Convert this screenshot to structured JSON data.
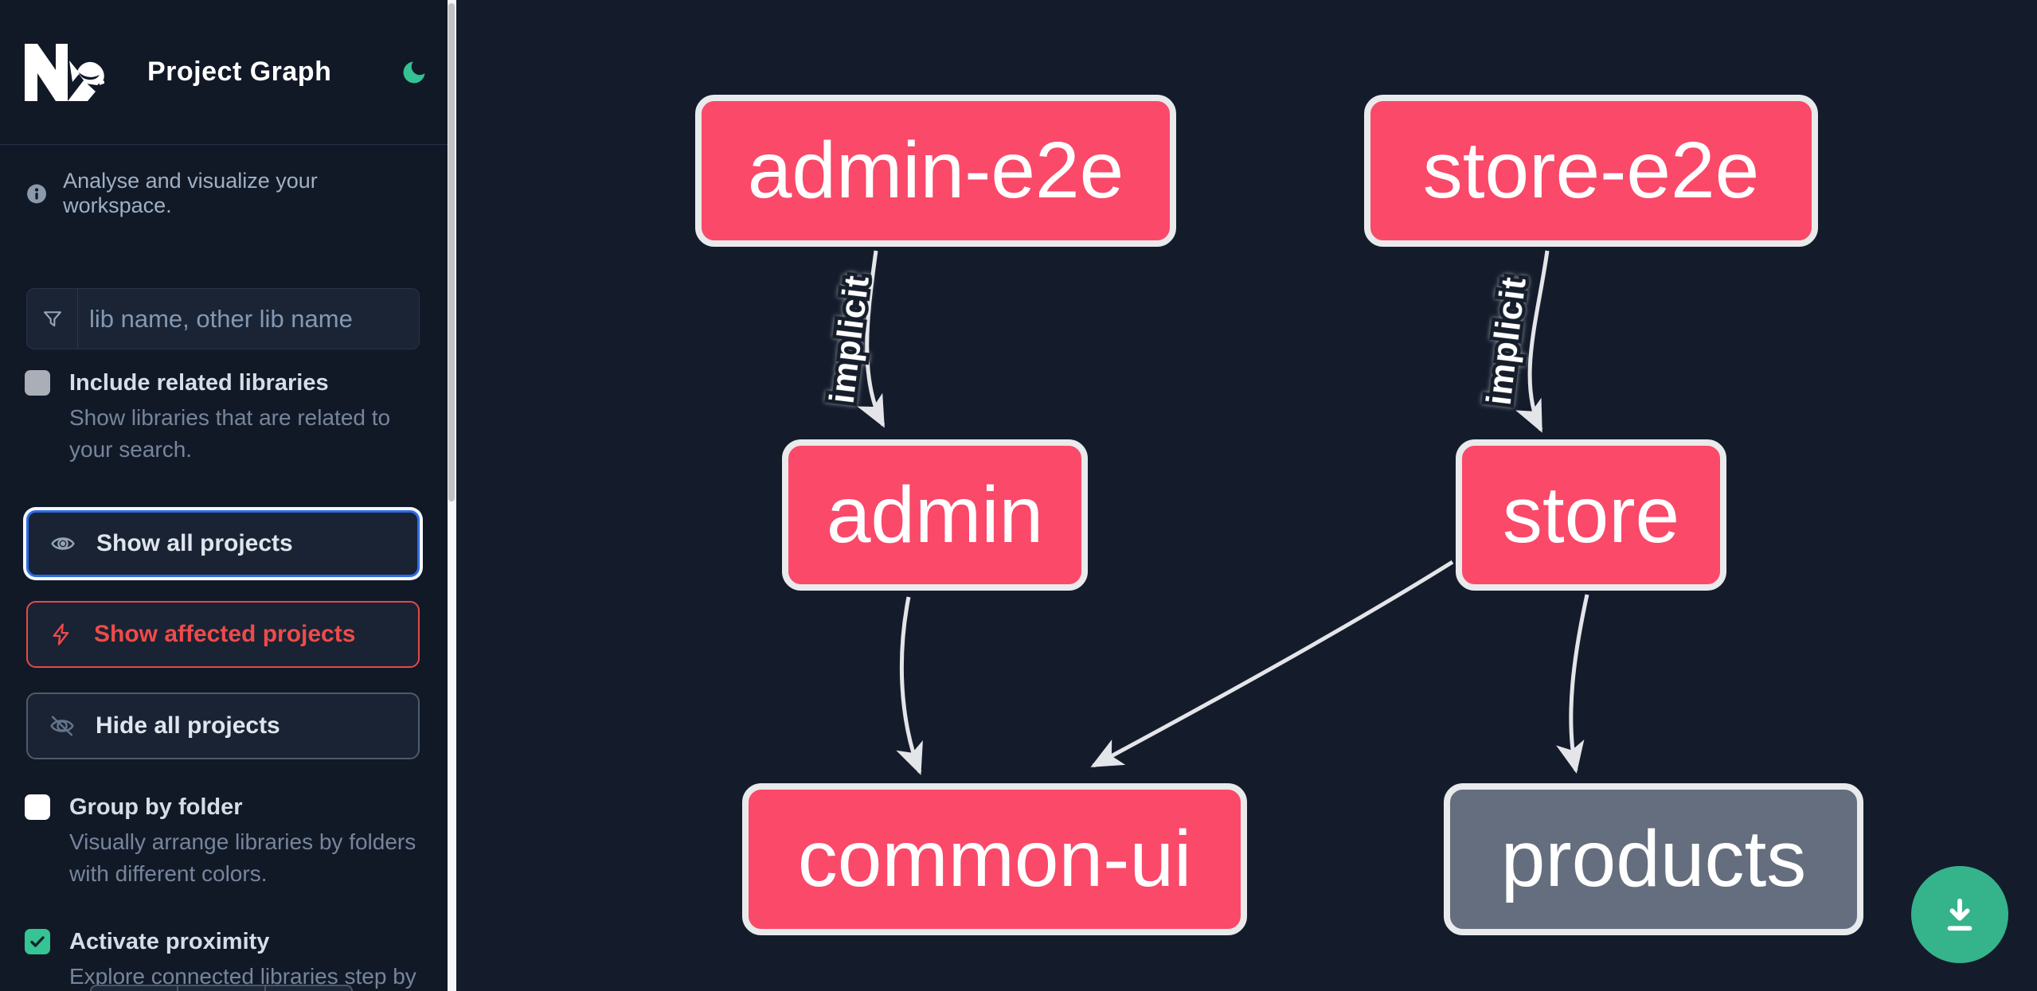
{
  "header": {
    "title": "Project Graph",
    "theme_icon": "moon-icon",
    "logo_icon": "nx-logo"
  },
  "sidebar": {
    "tagline": "Analyse and visualize your workspace.",
    "tagline_icon": "info-icon",
    "search": {
      "placeholder": "lib name, other lib name",
      "icon": "filter-funnel-icon",
      "value": ""
    },
    "checkboxes": [
      {
        "label": "Include related libraries",
        "description": "Show libraries that are related to your search.",
        "checked": false
      },
      {
        "label": "Group by folder",
        "description": "Visually arrange libraries by folders with different colors.",
        "checked": false
      },
      {
        "label": "Activate proximity",
        "description": "Explore connected libraries step by step.",
        "checked": true
      }
    ],
    "buttons": [
      {
        "label": "Show all projects",
        "icon": "eye-icon",
        "state": "focused"
      },
      {
        "label": "Show affected projects",
        "icon": "bolt-icon",
        "state": "affected"
      },
      {
        "label": "Hide all projects",
        "icon": "eye-off-icon",
        "state": "default"
      }
    ]
  },
  "graph": {
    "nodes": [
      {
        "id": "admin-e2e",
        "label": "admin-e2e",
        "style": "highlighted-pink"
      },
      {
        "id": "store-e2e",
        "label": "store-e2e",
        "style": "highlighted-pink"
      },
      {
        "id": "admin",
        "label": "admin",
        "style": "highlighted-pink"
      },
      {
        "id": "store",
        "label": "store",
        "style": "highlighted-pink"
      },
      {
        "id": "common-ui",
        "label": "common-ui",
        "style": "highlighted-pink"
      },
      {
        "id": "products",
        "label": "products",
        "style": "gray"
      }
    ],
    "edges": [
      {
        "from": "admin-e2e",
        "to": "admin",
        "label": "implicit"
      },
      {
        "from": "store-e2e",
        "to": "store",
        "label": "implicit"
      },
      {
        "from": "admin",
        "to": "common-ui",
        "label": ""
      },
      {
        "from": "store",
        "to": "common-ui",
        "label": ""
      },
      {
        "from": "store",
        "to": "products",
        "label": ""
      }
    ]
  },
  "fab": {
    "icon": "download-icon"
  },
  "colors": {
    "node_pink": "#fa4969",
    "node_gray": "#646e7e",
    "node_border": "#e9eaec",
    "edge": "#e4e5e8",
    "fab_green": "#35b38a",
    "moon_green": "#33c294",
    "checkbox_green": "#35c493",
    "focus_blue": "#2e6ce6",
    "danger_red": "#ef4a4a",
    "sidebar_bg": "#111927",
    "canvas_bg": "#141c2c"
  }
}
